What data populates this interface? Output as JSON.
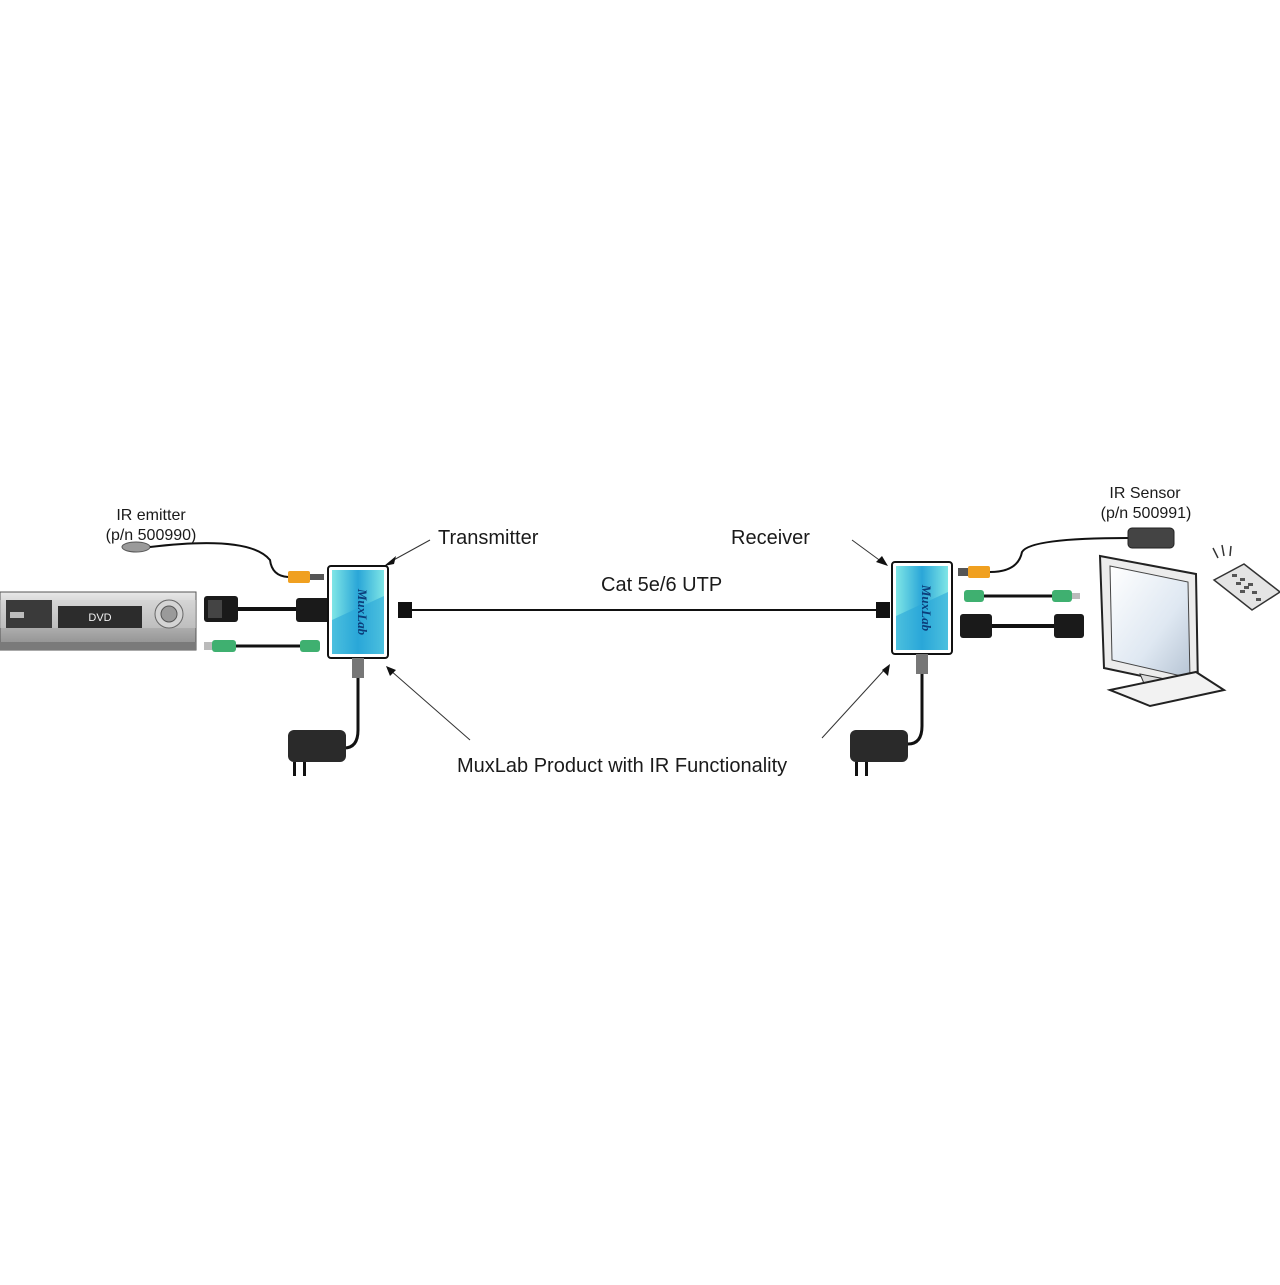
{
  "labels": {
    "ir_emitter": "IR emitter",
    "ir_emitter_pn": "(p/n 500990)",
    "transmitter": "Transmitter",
    "cable": "Cat 5e/6 UTP",
    "receiver": "Receiver",
    "ir_sensor": "IR Sensor",
    "ir_sensor_pn": "(p/n 500991)",
    "product_caption": "MuxLab Product with IR Functionality"
  },
  "devices": {
    "dvd_label": "DVD",
    "brand_left": "MuxLab",
    "brand_right": "MuxLab"
  },
  "colors": {
    "box_blue": "#2aa6d8",
    "box_cyan": "#7fe6e6",
    "connector_orange": "#f0a020",
    "connector_green": "#3fb070",
    "cable": "#111111"
  }
}
